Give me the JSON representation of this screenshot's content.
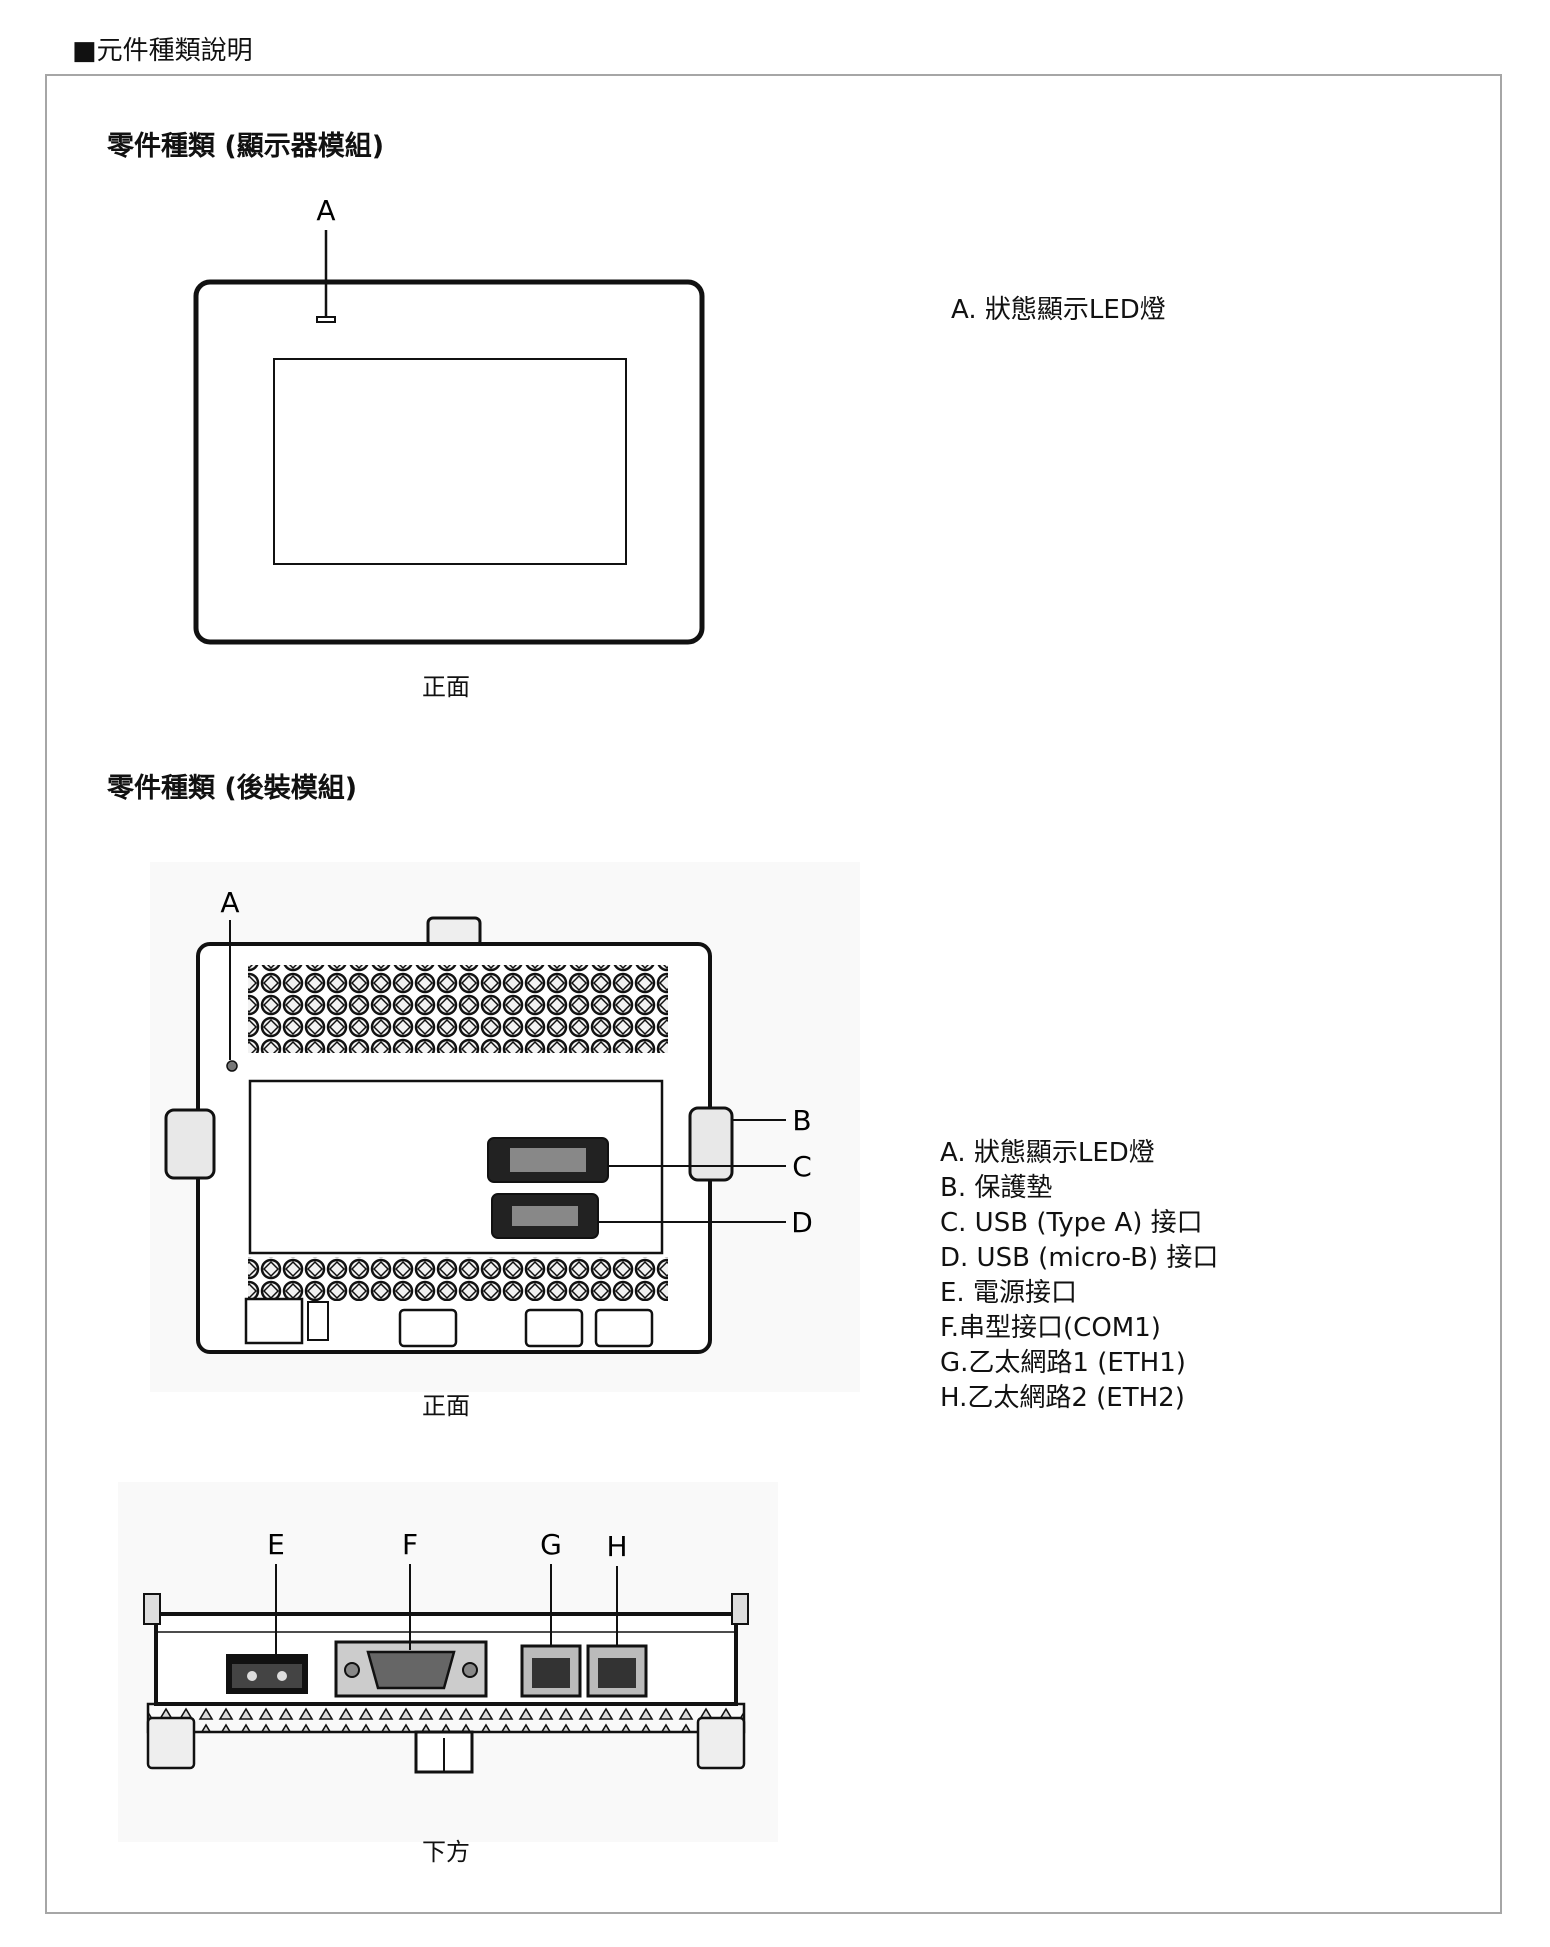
{
  "header": {
    "title": "■元件種類說明"
  },
  "display_module": {
    "title": "零件種類 (顯示器模組)",
    "callout": "A",
    "caption": "正面",
    "legend": [
      "A. 狀態顯示LED燈"
    ]
  },
  "rear_module": {
    "title": "零件種類 (後裝模組)",
    "front": {
      "callouts": [
        "A",
        "B",
        "C",
        "D"
      ],
      "caption": "正面"
    },
    "bottom": {
      "callouts": [
        "E",
        "F",
        "G",
        "H"
      ],
      "caption": "下方"
    },
    "legend": [
      "A. 狀態顯示LED燈",
      "B. 保護墊",
      "C. USB (Type A) 接口",
      "D. USB (micro-B) 接口",
      "E. 電源接口",
      "F.串型接口(COM1)",
      "G.乙太網路1 (ETH1)",
      "H.乙太網路2 (ETH2)"
    ]
  }
}
